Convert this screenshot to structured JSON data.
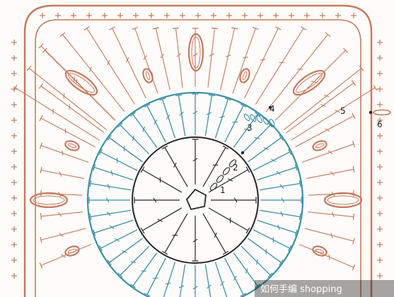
{
  "colors": {
    "background": "#fdfcfa",
    "center": "#262626",
    "ring": "#3e8fa6",
    "border": "#c47a5e"
  },
  "round_labels": [
    "1",
    "2",
    "3",
    "4",
    "5",
    "6"
  ],
  "watermark": "如何手编 shopping"
}
